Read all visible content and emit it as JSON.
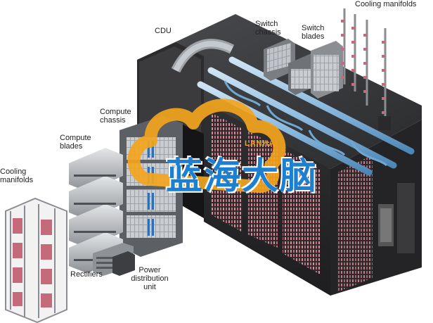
{
  "labels": {
    "cdu": "CDU",
    "switch_chassis": "Switch\nchassis",
    "switch_blades": "Switch\nblades",
    "cooling_manifolds_top": "Cooling manifolds",
    "compute_chassis": "Compute\nchassis",
    "compute_blades": "Compute\nblades",
    "cooling_manifolds_left": "Cooling\nmanifolds",
    "rectifiers": "Rectifiers",
    "power_distribution_unit": "Power\ndistribution\nunit"
  },
  "watermark": {
    "latin_text": "LANHAI",
    "cjk_text": "蓝海大脑",
    "cloud_color": "#f2a51d",
    "text_color": "#1c7fd0"
  },
  "colors": {
    "cabinet": "#2a2a2c",
    "cabinet_side": "#3a3a3c",
    "blade_silver": "#b9bcc0",
    "pipe_blue": "#6fa9d3",
    "cable_red": "#c46a7a"
  }
}
